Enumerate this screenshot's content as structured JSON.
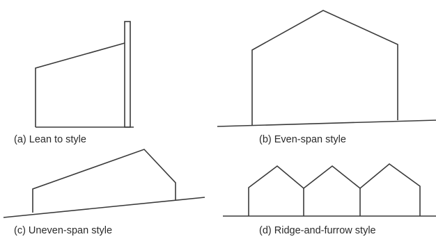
{
  "captions": {
    "a": "(a)  Lean to style",
    "b": "(b)   Even-span  style",
    "c": "(c)  Uneven-span  style",
    "d": "(d)   Ridge-and-furrow  style"
  },
  "colors": {
    "line": "#3a3a3a",
    "text": "#2a2a2a",
    "background": "#ffffff"
  }
}
